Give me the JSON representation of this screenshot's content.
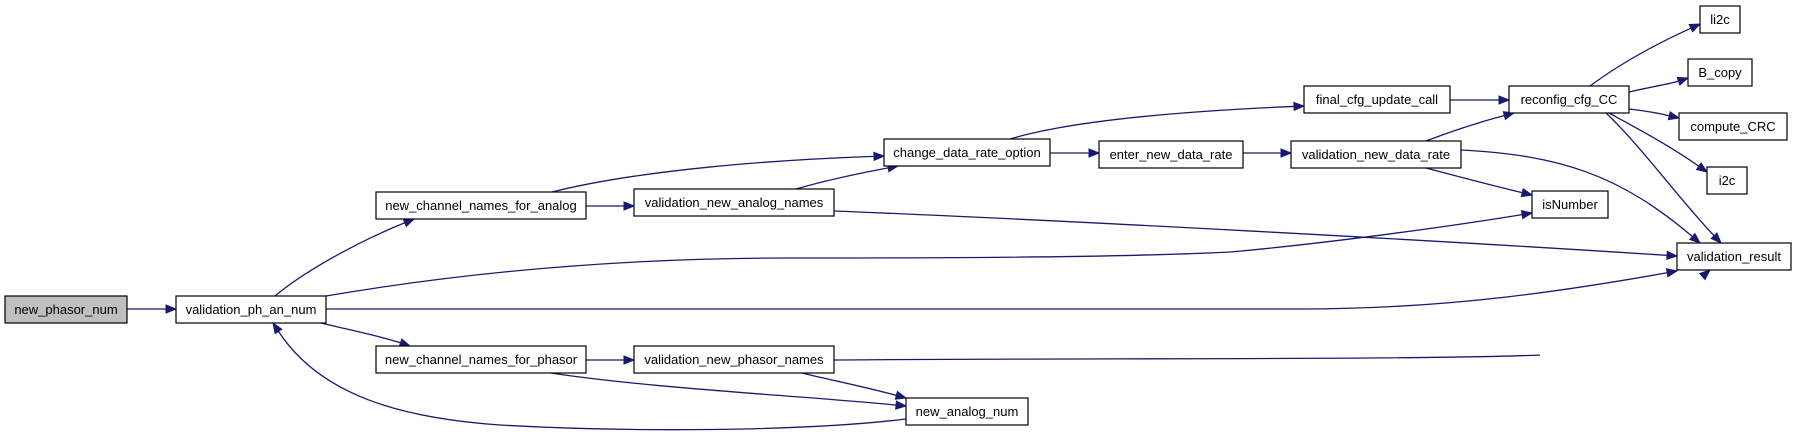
{
  "graph": {
    "root_node": "new_phasor_num",
    "colors": {
      "edge": "#191970",
      "root_fill": "#bfbfbf",
      "node_fill": "#ffffff",
      "border": "#000000"
    },
    "nodes": [
      {
        "id": "new_phasor_num",
        "label": "new_phasor_num",
        "root": true
      },
      {
        "id": "validation_ph_an_num",
        "label": "validation_ph_an_num"
      },
      {
        "id": "new_channel_names_for_analog",
        "label": "new_channel_names_for_analog"
      },
      {
        "id": "new_channel_names_for_phasor",
        "label": "new_channel_names_for_phasor"
      },
      {
        "id": "validation_new_analog_names",
        "label": "validation_new_analog_names"
      },
      {
        "id": "validation_new_phasor_names",
        "label": "validation_new_phasor_names"
      },
      {
        "id": "change_data_rate_option",
        "label": "change_data_rate_option"
      },
      {
        "id": "new_analog_num",
        "label": "new_analog_num"
      },
      {
        "id": "enter_new_data_rate",
        "label": "enter_new_data_rate"
      },
      {
        "id": "final_cfg_update_call",
        "label": "final_cfg_update_call"
      },
      {
        "id": "validation_new_data_rate",
        "label": "validation_new_data_rate"
      },
      {
        "id": "reconfig_cfg_CC",
        "label": "reconfig_cfg_CC"
      },
      {
        "id": "isNumber",
        "label": "isNumber"
      },
      {
        "id": "li2c",
        "label": "li2c"
      },
      {
        "id": "B_copy",
        "label": "B_copy"
      },
      {
        "id": "compute_CRC",
        "label": "compute_CRC"
      },
      {
        "id": "i2c",
        "label": "i2c"
      },
      {
        "id": "validation_result",
        "label": "validation_result"
      }
    ],
    "edges": [
      {
        "from": "new_phasor_num",
        "to": "validation_ph_an_num"
      },
      {
        "from": "validation_ph_an_num",
        "to": "new_channel_names_for_analog"
      },
      {
        "from": "validation_ph_an_num",
        "to": "new_channel_names_for_phasor"
      },
      {
        "from": "validation_ph_an_num",
        "to": "isNumber"
      },
      {
        "from": "validation_ph_an_num",
        "to": "validation_result"
      },
      {
        "from": "new_channel_names_for_analog",
        "to": "validation_new_analog_names"
      },
      {
        "from": "new_channel_names_for_analog",
        "to": "change_data_rate_option"
      },
      {
        "from": "validation_new_analog_names",
        "to": "change_data_rate_option"
      },
      {
        "from": "validation_new_analog_names",
        "to": "validation_result"
      },
      {
        "from": "new_channel_names_for_phasor",
        "to": "validation_new_phasor_names"
      },
      {
        "from": "new_channel_names_for_phasor",
        "to": "new_analog_num"
      },
      {
        "from": "validation_new_phasor_names",
        "to": "new_analog_num"
      },
      {
        "from": "validation_new_phasor_names",
        "to": "validation_result"
      },
      {
        "from": "new_analog_num",
        "to": "validation_ph_an_num"
      },
      {
        "from": "change_data_rate_option",
        "to": "enter_new_data_rate"
      },
      {
        "from": "change_data_rate_option",
        "to": "final_cfg_update_call"
      },
      {
        "from": "enter_new_data_rate",
        "to": "validation_new_data_rate"
      },
      {
        "from": "validation_new_data_rate",
        "to": "reconfig_cfg_CC"
      },
      {
        "from": "validation_new_data_rate",
        "to": "isNumber"
      },
      {
        "from": "validation_new_data_rate",
        "to": "validation_result"
      },
      {
        "from": "final_cfg_update_call",
        "to": "reconfig_cfg_CC"
      },
      {
        "from": "reconfig_cfg_CC",
        "to": "li2c"
      },
      {
        "from": "reconfig_cfg_CC",
        "to": "B_copy"
      },
      {
        "from": "reconfig_cfg_CC",
        "to": "compute_CRC"
      },
      {
        "from": "reconfig_cfg_CC",
        "to": "i2c"
      },
      {
        "from": "reconfig_cfg_CC",
        "to": "validation_result"
      }
    ]
  }
}
